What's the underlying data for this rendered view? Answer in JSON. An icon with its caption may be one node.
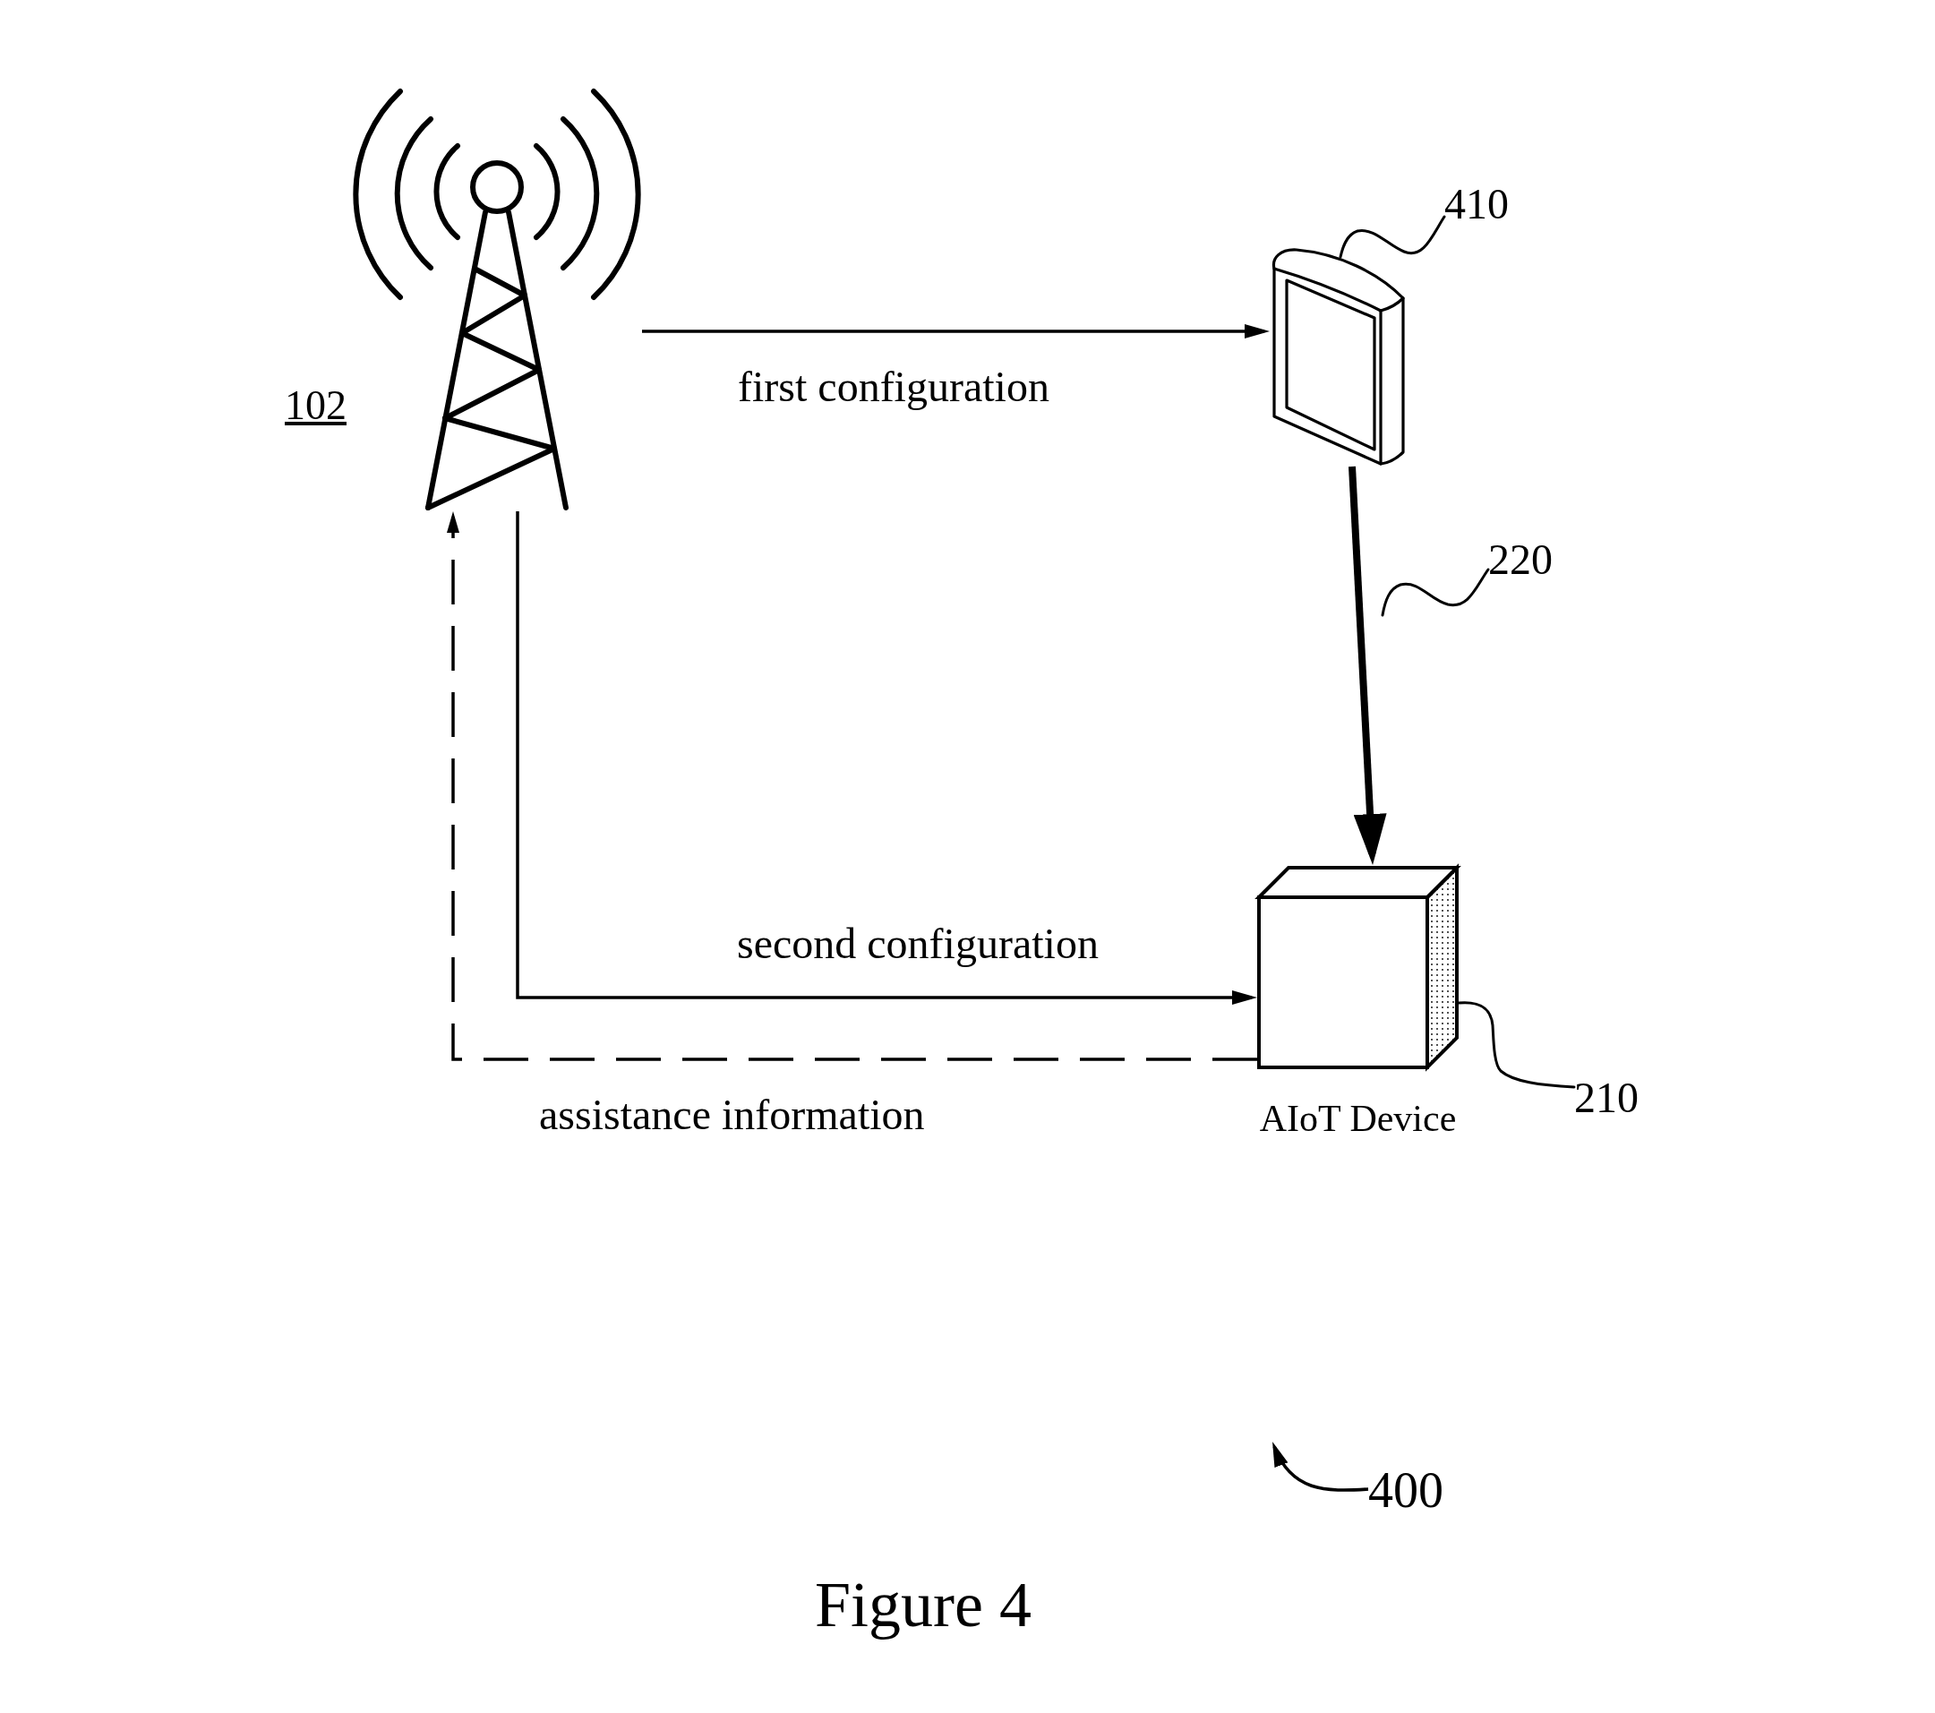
{
  "diagram": {
    "caption": "Figure 4",
    "nodes": [
      {
        "text": [
          "102"
        ]
      },
      {
        "text": [
          "410"
        ]
      },
      {
        "text": [],
        "shape": "picture"
      },
      {
        "text": [
          "220"
        ]
      },
      {
        "text": [
          "AIoT Device"
        ]
      },
      {
        "text": [
          "210"
        ]
      },
      {
        "text": [
          "400"
        ]
      }
    ],
    "edges": [
      {
        "from": 0,
        "to": 2,
        "arrow": "to",
        "label": "first configuration"
      },
      {
        "from": 1,
        "to": 2,
        "arrow": "none"
      },
      {
        "from": 2,
        "to": 4,
        "arrow": "to",
        "style": "thick"
      },
      {
        "from": 3,
        "to": null,
        "arrow": "none"
      },
      {
        "from": 0,
        "to": 4,
        "arrow": "to",
        "label": "second configuration"
      },
      {
        "from": 4,
        "to": 0,
        "arrow": "to",
        "style": "dashed",
        "label": "assistance information"
      },
      {
        "from": 5,
        "to": 4,
        "arrow": "none"
      },
      {
        "from": 6,
        "to": null,
        "arrow": "to"
      }
    ]
  }
}
